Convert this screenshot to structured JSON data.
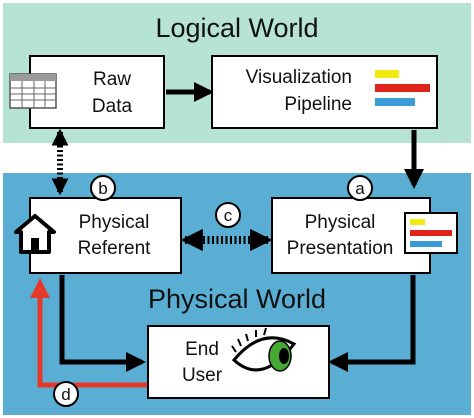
{
  "regions": {
    "logical": {
      "title": "Logical World",
      "color": "#b6e3d4"
    },
    "physical": {
      "title": "Physical World",
      "color": "#5aaed3"
    }
  },
  "boxes": {
    "raw_data": {
      "line1": "Raw",
      "line2": "Data"
    },
    "pipeline": {
      "line1": "Visualization",
      "line2": "Pipeline"
    },
    "referent": {
      "line1": "Physical",
      "line2": "Referent"
    },
    "presentation": {
      "line1": "Physical",
      "line2": "Presentation"
    },
    "end_user": {
      "line1": "End",
      "line2": "User"
    }
  },
  "badges": {
    "a": "a",
    "b": "b",
    "c": "c",
    "d": "d"
  },
  "colors": {
    "arrow": "#000000",
    "feedback_arrow": "#e53a2a",
    "bar_yellow": "#f3ea12",
    "bar_red": "#e0231b",
    "bar_blue": "#3b9bd6",
    "eye_iris": "#44a833"
  },
  "icons": [
    "table-icon",
    "bar-chart-icon",
    "house-icon",
    "eye-icon"
  ]
}
